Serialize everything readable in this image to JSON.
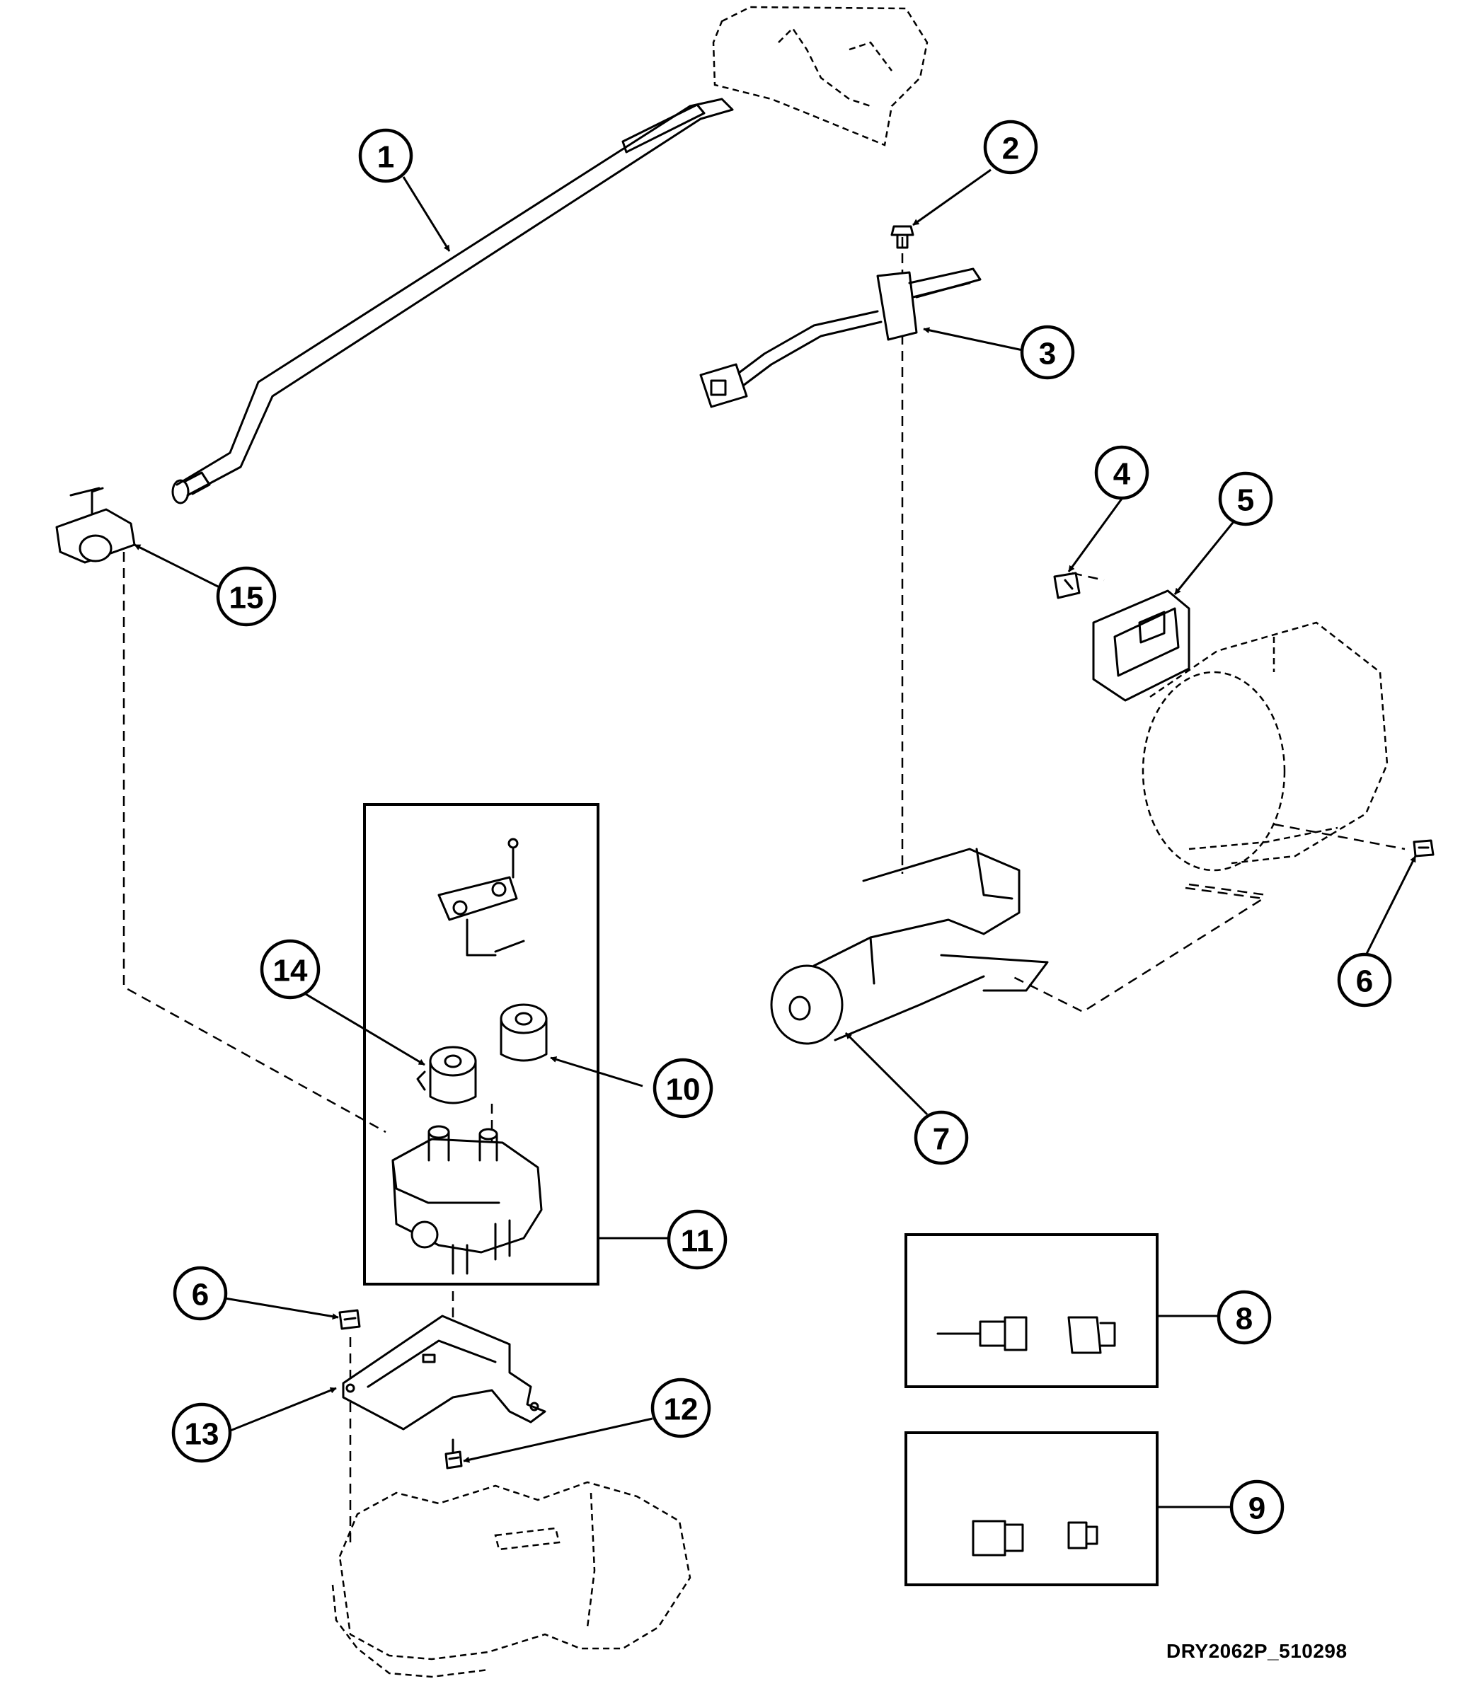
{
  "drawing_id": "DRY2062P_510298",
  "callouts": [
    "1",
    "2",
    "3",
    "4",
    "5",
    "6",
    "7",
    "8",
    "9",
    "10",
    "11",
    "12",
    "13",
    "14",
    "15",
    "6"
  ]
}
